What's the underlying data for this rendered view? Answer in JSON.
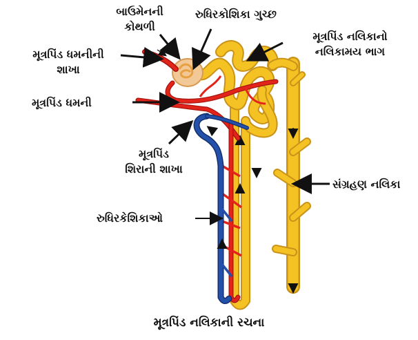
{
  "labels": {
    "bowman_capsule": "બાઉમેનની\nકોથળી",
    "glomerulus": "રુધિરકોશિકા ગુચ્છ",
    "afferent_branch": "મૂત્રપિંડ ધમનીની\nશાખા",
    "tubule_part": "મૂત્રપિંડ નલિકાનો\nનલિકામય ભાગ",
    "renal_artery": "મૂત્રપિંડ ધમની",
    "renal_vein_branch": "મૂત્રપિંડ\nશિરાની શાખા",
    "collecting_duct": "સંગ્રહણ નલિકા",
    "capillaries": "રુધિરકેશિકાઓ"
  },
  "caption": "મૂત્રપિંડ નલિકાની રચના",
  "colors": {
    "artery": "#e3241b",
    "vein": "#2350a8",
    "tubule": "#f5c224",
    "tubule_edge": "#c9931a",
    "capsule": "#f2c896",
    "label_text": "#111111"
  }
}
